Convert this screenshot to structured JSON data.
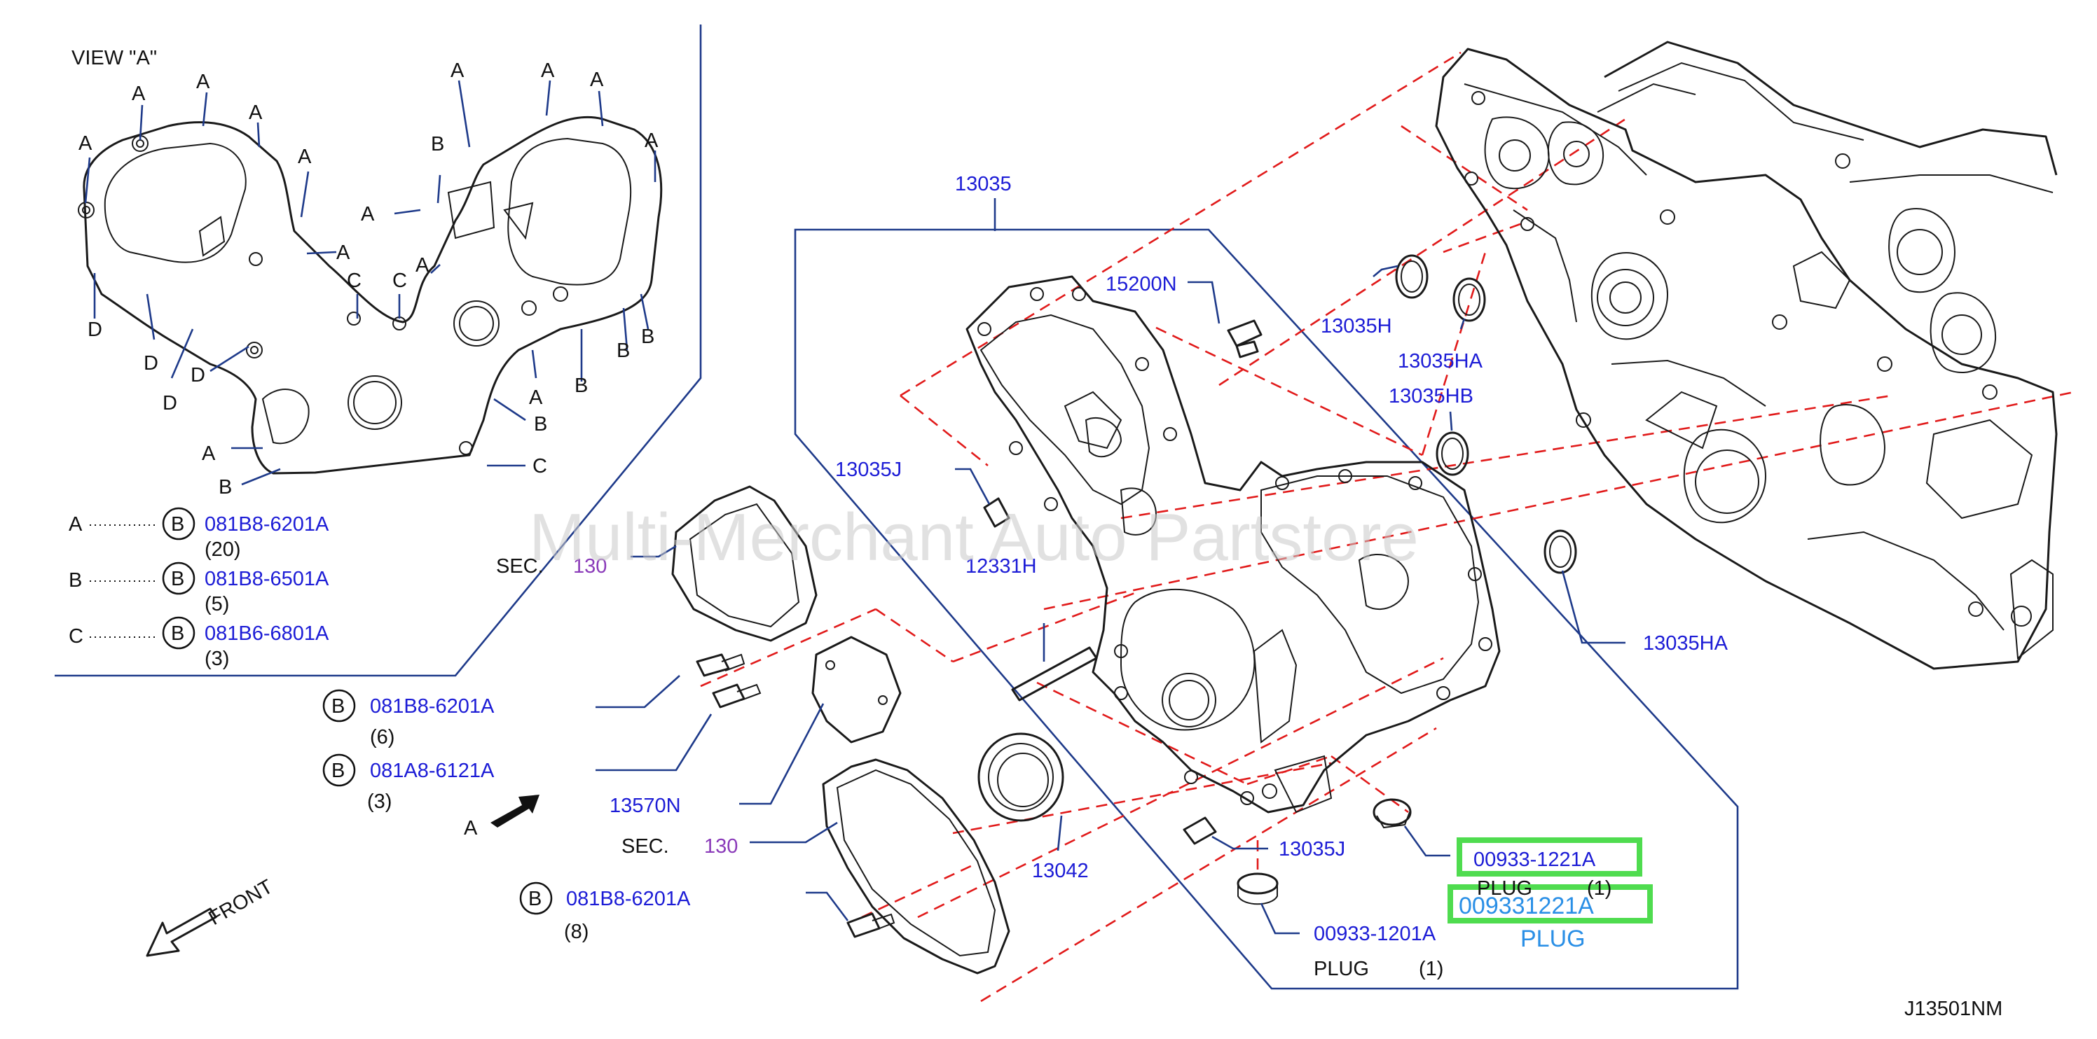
{
  "diagram_id": "J13501NM",
  "watermark": "Multi-Merchant Auto Partstore",
  "view_a": {
    "title": "VIEW  \"A\"",
    "letters": [
      "A",
      "A",
      "A",
      "A",
      "A",
      "A",
      "A",
      "A",
      "A",
      "A",
      "A",
      "A",
      "A",
      "A",
      "B",
      "B",
      "B",
      "B",
      "B",
      "B",
      "C",
      "C",
      "C",
      "D",
      "D",
      "D",
      "D"
    ],
    "legend": [
      {
        "key": "A",
        "part": "081B8-6201A",
        "qty": "(20)"
      },
      {
        "key": "B",
        "part": "081B8-6501A",
        "qty": "(5)"
      },
      {
        "key": "C",
        "part": "081B6-6801A",
        "qty": "(3)"
      }
    ],
    "legend_symbol": "B"
  },
  "labels": {
    "p13035": "13035",
    "p15200N": "15200N",
    "p13035H": "13035H",
    "p13035HA_top": "13035HA",
    "p13035HB": "13035HB",
    "p13035J_top": "13035J",
    "p12331H": "12331H",
    "p13035HA_right": "13035HA",
    "sec1_text": "SEC.",
    "sec1_num": "130",
    "sec2_text": "SEC.",
    "sec2_num": "130",
    "bolt1_part": "081B8-6201A",
    "bolt1_qty": "(6)",
    "bolt2_part": "081A8-6121A",
    "bolt2_qty": "(3)",
    "bolt3_part": "081B8-6201A",
    "bolt3_qty": "(8)",
    "bolt_symbol": "B",
    "p13570N": "13570N",
    "p13042": "13042",
    "p13035J_bottom": "13035J",
    "p00933_1221A": "00933-1221A",
    "plug_text_1": "PLUG",
    "plug_qty_1": "(1)",
    "highlight_code": "009331221A",
    "highlight_plug": "PLUG",
    "p00933_1201A": "00933-1201A",
    "plug_text_2": "PLUG",
    "plug_qty_2": "(1)",
    "arrow_a": "A",
    "front": "FRONT"
  },
  "colors": {
    "label_blue": "#1c1cd6",
    "outline_blue": "#1e3a8a",
    "dash_red": "#e11a1a",
    "highlight_green": "#4fdc4f",
    "highlight_text": "#2a8fe6",
    "sec_purple": "#8a3ab9"
  }
}
